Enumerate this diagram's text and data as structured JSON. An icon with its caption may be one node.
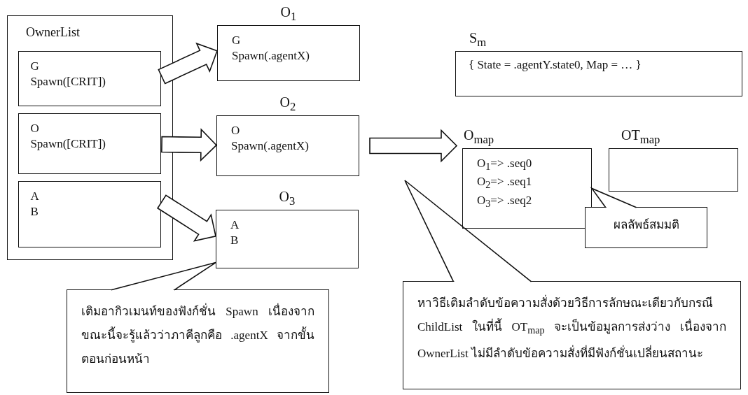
{
  "diagram": {
    "nodes": [
      {
        "text": [
          "OwnerList"
        ]
      },
      {
        "text": [
          "G",
          "Spawn([CRIT])"
        ],
        "in": 0
      },
      {
        "text": [
          "O",
          "Spawn([CRIT])"
        ],
        "in": 0
      },
      {
        "text": [
          "A",
          "B"
        ],
        "in": 0
      },
      {
        "text": [
          "O$_{1}$",
          "G",
          "Spawn(.agentX)"
        ]
      },
      {
        "text": [
          "O$_{2}$",
          "O",
          "Spawn(.agentX)"
        ]
      },
      {
        "text": [
          "O$_{3}$",
          "A",
          "B"
        ]
      },
      {
        "text": [
          "S$_{m}$",
          "{ State = .agentY.state0, Map = … }"
        ]
      },
      {
        "text": [
          "O$_{map}$",
          "O$_{1}$=> .seq0",
          "O$_{2}$=> .seq1",
          "O$_{3}$=> .seq2"
        ]
      },
      {
        "text": [
          "OT$_{map}$"
        ]
      },
      {
        "text": [
          "ผลลัพธ์สมมติ"
        ]
      },
      {
        "text": [
          "เติมอากิวเมนท์ของฟังก์ชั่น Spawn เนื่องจากขณะนี้จะรู้แล้วว่าภาคีลูกคือ .agentX จากขั้นตอนก่อนหน้า"
        ]
      },
      {
        "text": [
          "หาวิธีเติมลำดับข้อความสั่งด้วยวิธีการลักษณะเดียวกับกรณี ChildList ในที่นี้ OT$_{map}$ จะเป็นข้อมูลการส่งว่าง เนื่องจาก OwnerList ไม่มีลำดับข้อความสั่งที่มีฟังก์ชั่นเปลี่ยนสถานะ"
        ]
      }
    ],
    "edges": [
      {
        "from": 1,
        "to": 4,
        "arrow": "to",
        "style": "thick"
      },
      {
        "from": 2,
        "to": 5,
        "arrow": "to",
        "style": "thick"
      },
      {
        "from": 3,
        "to": 6,
        "arrow": "to",
        "style": "thick"
      },
      {
        "from": 5,
        "to": 8,
        "arrow": "to",
        "style": "thick"
      },
      {
        "from": 10,
        "to": 8,
        "arrow": "none"
      },
      {
        "from": 11,
        "to": 6,
        "arrow": "none"
      },
      {
        "from": 12,
        "to": null,
        "arrow": "none"
      }
    ]
  }
}
